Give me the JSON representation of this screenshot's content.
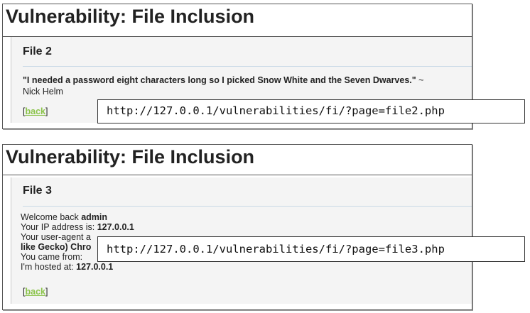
{
  "screenshot1": {
    "header_title": "Vulnerability: File Inclusion",
    "section_title": "File 2",
    "quote_bold": "\"I needed a password eight characters long so I picked Snow White and the Seven Dwarves.\"",
    "quote_tail": " ~",
    "quote_author": "Nick Helm",
    "back_open": "[",
    "back_label": "back",
    "back_close": "]",
    "url": "http://127.0.0.1/vulnerabilities/fi/?page=file2.php"
  },
  "screenshot2": {
    "header_title": "Vulnerability: File Inclusion",
    "section_title": "File 3",
    "welcome_text": "Welcome back ",
    "welcome_user": "admin",
    "ip_text": "Your IP address is: ",
    "ip_value": "127.0.0.1",
    "ua_text": "Your user-agent a",
    "ua_value_fragment": "like Gecko) Chro",
    "came_from_text": "You came from: ",
    "hosted_text": "I'm hosted at: ",
    "hosted_value": "127.0.0.1",
    "back_open": "[",
    "back_label": "back",
    "back_close": "]",
    "url": "http://127.0.0.1/vulnerabilities/fi/?page=file3.php"
  },
  "colors": {
    "link_green": "#8bc34a",
    "panel_bg": "#f4f4f4",
    "rule_blue": "#c8d9e6"
  }
}
